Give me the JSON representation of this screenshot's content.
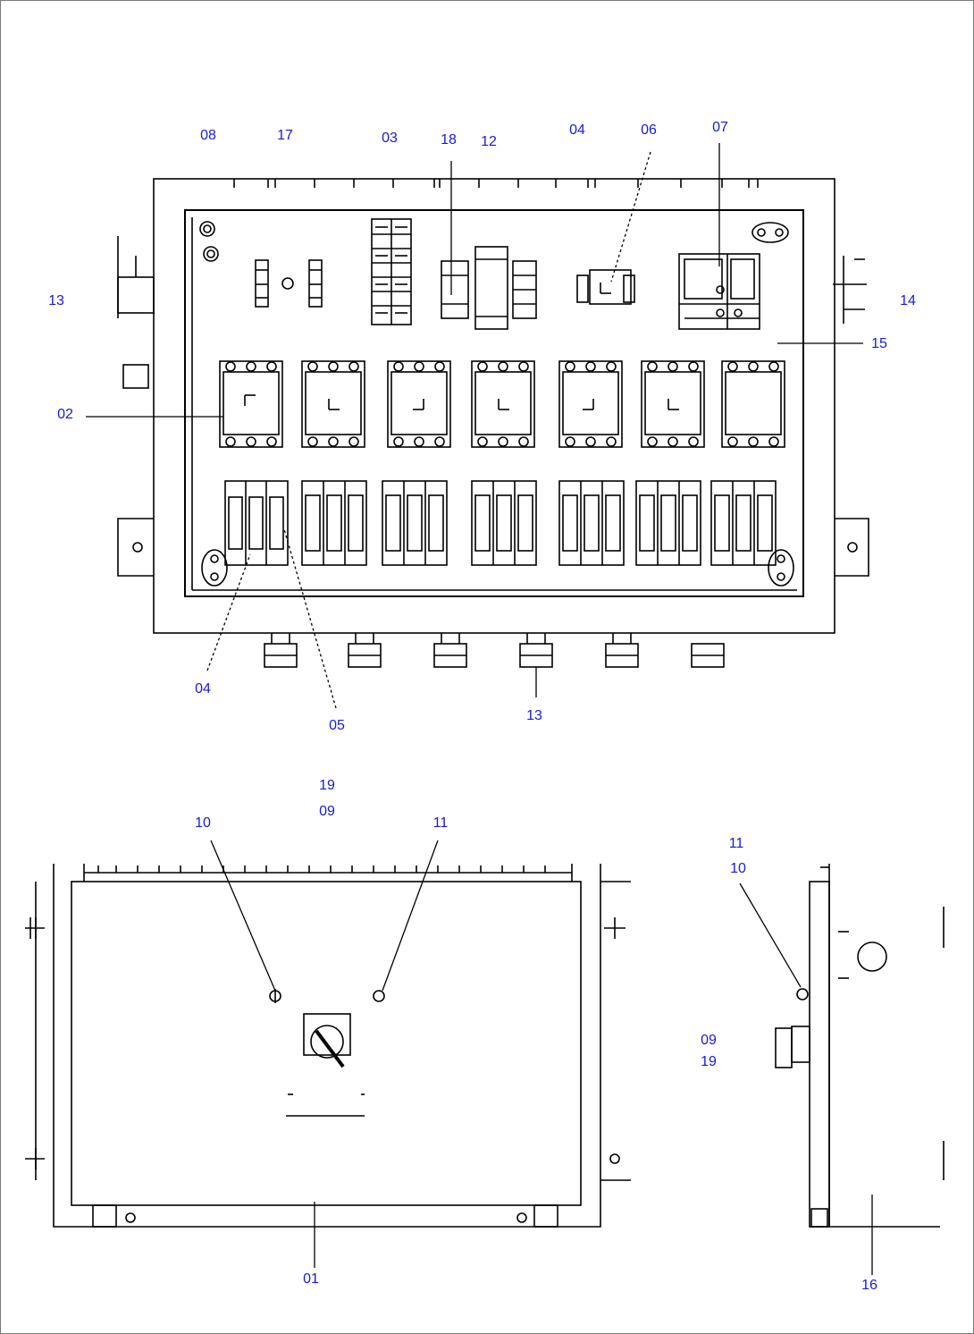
{
  "diagram": {
    "views": [
      "top-view-open-panel",
      "front-view-cover",
      "side-view"
    ],
    "line_color": "#000000",
    "callout_color": "#1a1ad8",
    "callouts": {
      "top": {
        "c08": "08",
        "c17": "17",
        "c03": "03",
        "c18": "18",
        "c12": "12",
        "c04a": "04",
        "c06": "06",
        "c07": "07",
        "c13a": "13",
        "c14": "14",
        "c15": "15",
        "c02": "02",
        "c04b": "04",
        "c05": "05",
        "c13b": "13"
      },
      "front": {
        "c19a": "19",
        "c09a": "09",
        "c10a": "10",
        "c11a": "11",
        "c01": "01"
      },
      "side": {
        "c11b": "11",
        "c10b": "10",
        "c09b": "09",
        "c19b": "19",
        "c16": "16"
      }
    }
  }
}
